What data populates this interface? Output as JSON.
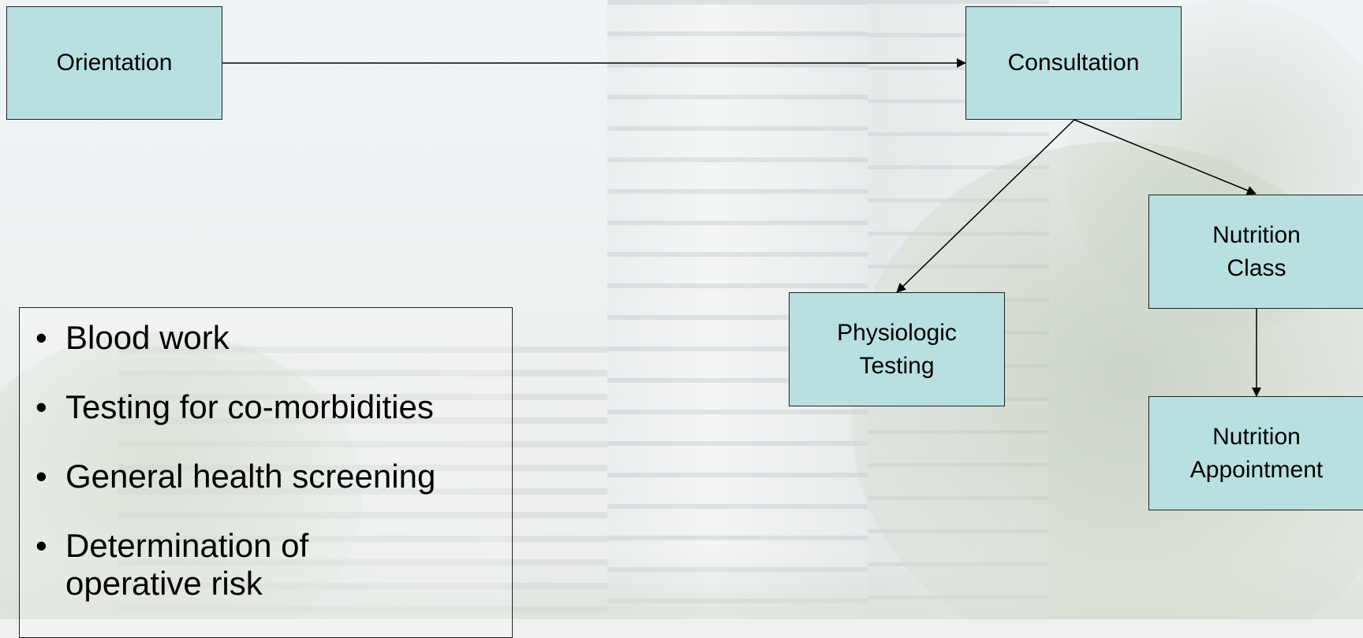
{
  "flowchart": {
    "nodes": {
      "orientation": "Orientation",
      "consultation": "Consultation",
      "nutrition_class": "Nutrition\nClass",
      "physiologic_testing": "Physiologic\nTesting",
      "nutrition_appointment": "Nutrition\nAppointment"
    }
  },
  "bullet_list": {
    "items": [
      "Blood work",
      "Testing for co-morbidities",
      "General health screening",
      "Determination of\noperative risk"
    ]
  },
  "colors": {
    "node_fill": "#b9e0e0",
    "border": "#222222"
  }
}
